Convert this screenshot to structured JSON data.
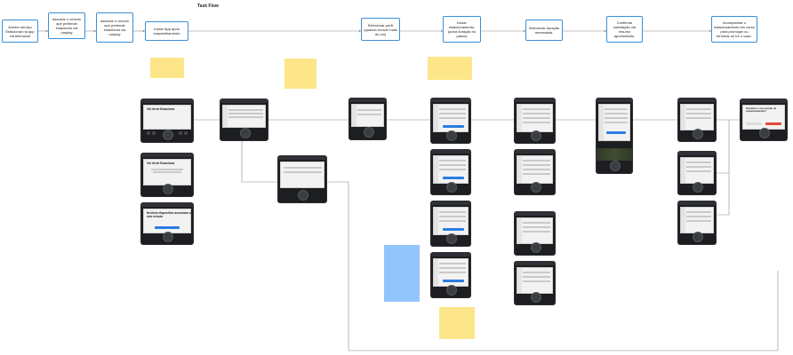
{
  "flow": {
    "title": "Task Flow",
    "steps": [
      {
        "id": "s1",
        "label": "Aceder serviço Estacionar na app via telemóvel"
      },
      {
        "id": "s2",
        "label": "associar o veículo que pretende estacionar via carplay"
      },
      {
        "id": "s3",
        "label": "associar o veículo que pretende estacionar via carplay"
      },
      {
        "id": "s4",
        "label": "Iniciar App após emparelhamento"
      },
      {
        "id": "s5",
        "label": "Selecionar perfil (quando houver mais do um)"
      },
      {
        "id": "s6",
        "label": "Iniciar estacionamento. (outra duração no passo)"
      },
      {
        "id": "s7",
        "label": "Selecionar duração necessária."
      },
      {
        "id": "s8",
        "label": "Confirmar solicitação via resumo apresentado."
      },
      {
        "id": "s9",
        "label": "Acompanhar o estacionamento em curso para prorrogar ou terminar se for o caso."
      }
    ]
  },
  "screens": {
    "via_verde_1": "Via Verde Estacionar",
    "via_verde_2": "Via Verde Estacionar",
    "nenhum": "Nenhum dispositivo associado a este veículo",
    "terminar": "Terminar o seu sessão de estacionamento?"
  },
  "colors": {
    "step_border": "#3a8fd6",
    "sticky_yellow": "#fde68a",
    "sticky_blue": "#93c5fd",
    "connector": "#8a8a8a",
    "phone_body": "#1c1e21"
  }
}
